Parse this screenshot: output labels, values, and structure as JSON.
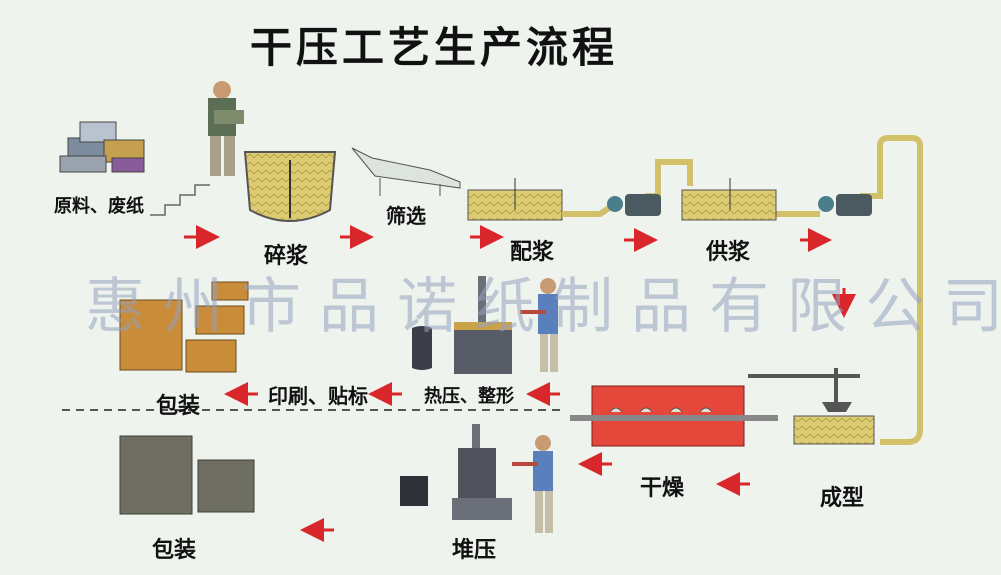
{
  "title": "干压工艺生产流程",
  "watermark": "惠州市品诺纸制品有限公司",
  "steps": {
    "raw": "原料、废纸",
    "pulping": "碎浆",
    "screening": "筛选",
    "mixing": "配浆",
    "supply": "供浆",
    "forming": "成型",
    "drying": "干燥",
    "hotpress": "热压、整形",
    "printing": "印刷、贴标",
    "packing1": "包装",
    "stackpress": "堆压",
    "packing2": "包装"
  },
  "colors": {
    "arrow": "#d9262a",
    "pulp": "#d8c66a",
    "pipe": "#e6d58a",
    "dryer": "#e5473b",
    "machine": "#6b6f78",
    "pump": "#4a7e8a",
    "product": "#c98d3a",
    "tray": "#6e6f62"
  }
}
